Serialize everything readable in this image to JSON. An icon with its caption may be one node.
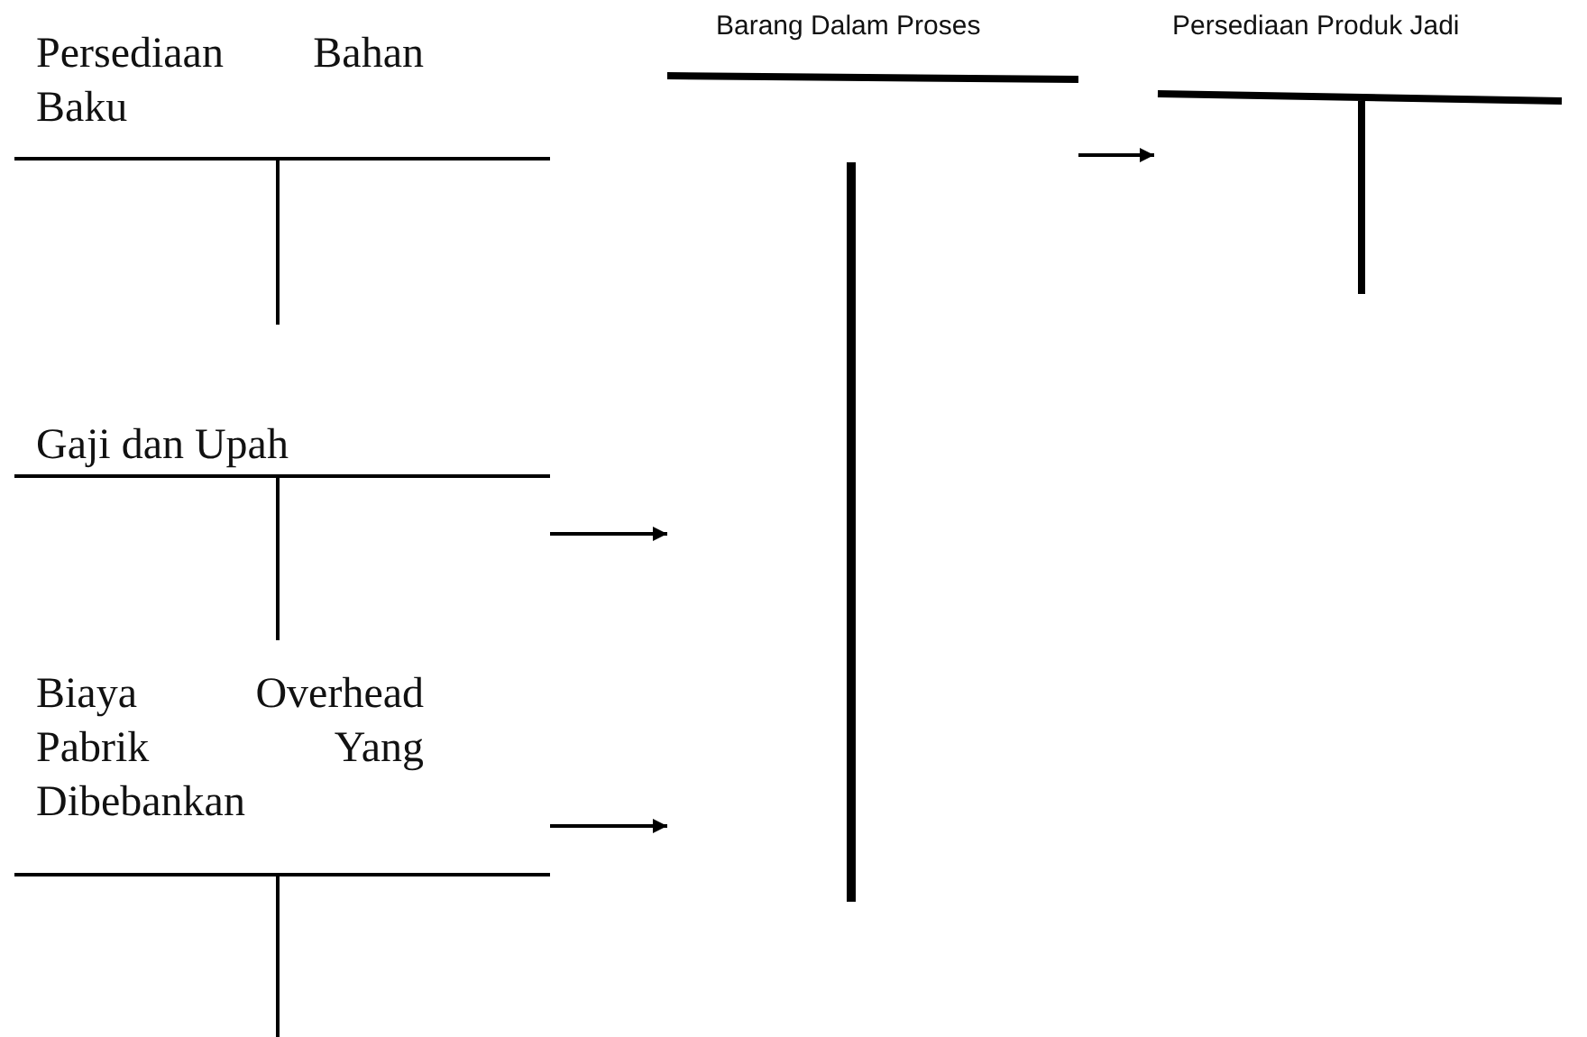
{
  "diagram": {
    "nodes": [
      {
        "text": [
          "Persediaan Bahan Baku"
        ]
      },
      {
        "text": [
          "Barang Dalam Proses"
        ]
      },
      {
        "text": [
          "Persediaan Produk Jadi"
        ]
      },
      {
        "text": [
          "Gaji dan Upah"
        ]
      },
      {
        "text": [
          "Biaya Overhead Pabrik Yang Dibebankan"
        ]
      }
    ],
    "edges": [
      {
        "from": 1,
        "to": 2,
        "arrow": "to"
      },
      {
        "from": 3,
        "to": 1,
        "arrow": "to"
      },
      {
        "from": 4,
        "to": 1,
        "arrow": "to"
      }
    ]
  }
}
